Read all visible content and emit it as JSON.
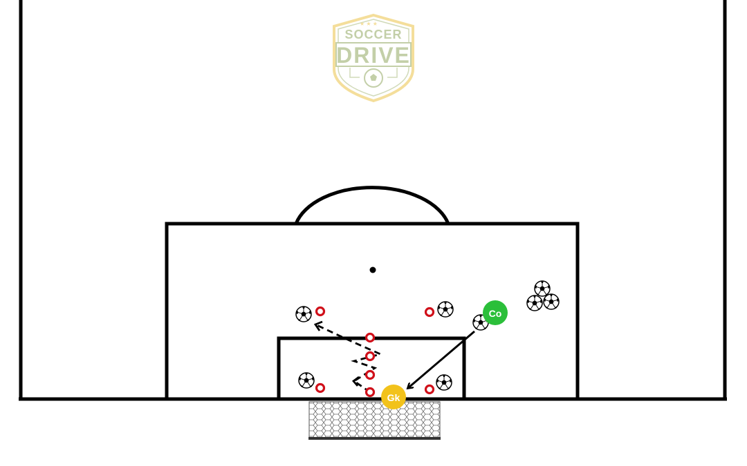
{
  "logo": {
    "line1": "SOCCER",
    "line2": "DRIVE",
    "color": "#b9c79a",
    "border_color": "#f3d98a"
  },
  "players": [
    {
      "id": "coach",
      "label": "Co",
      "color": "#2bbf3a"
    },
    {
      "id": "goalkeeper",
      "label": "Gk",
      "color": "#f2c21b"
    }
  ],
  "colors": {
    "lines": "#000000",
    "cone": "#d0101a",
    "net": "#555555",
    "background": "#ffffff"
  }
}
